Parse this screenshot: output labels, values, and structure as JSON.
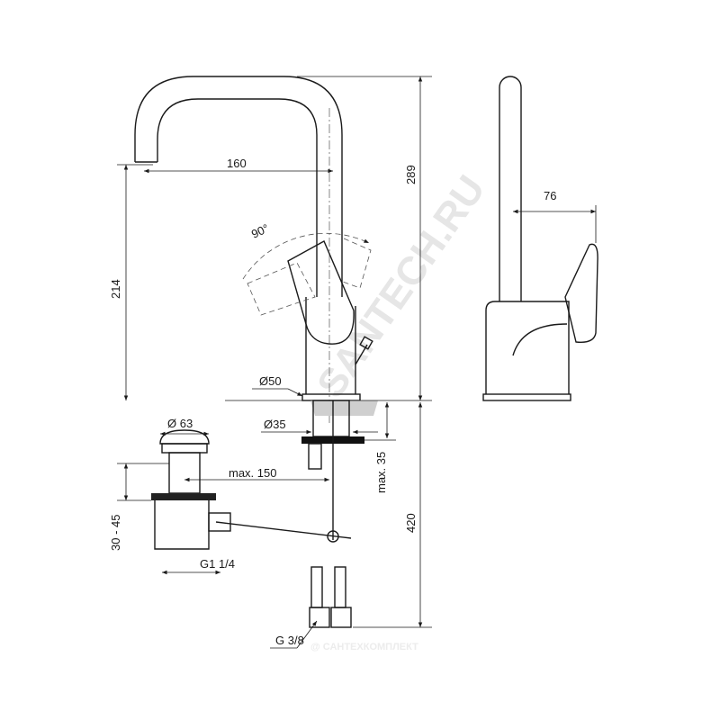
{
  "watermark": {
    "main": "SANTECH.RU",
    "footer": "@ САНТЕХКОМПЛЕКТ"
  },
  "front_view": {
    "spout_reach": "160",
    "spout_height": "214",
    "total_height": "289",
    "handle_angle": "90°",
    "base_diameter": "Ø50",
    "mount_diameter": "Ø35",
    "max_deck_thickness": "max. 35",
    "hose_length": "420",
    "hose_connection": "G 3/8"
  },
  "side_view": {
    "handle_depth": "76"
  },
  "drain": {
    "diameter": "Ø 63",
    "height_range": "30 - 45",
    "rod_length": "max. 150",
    "thread": "G1 1/4"
  }
}
